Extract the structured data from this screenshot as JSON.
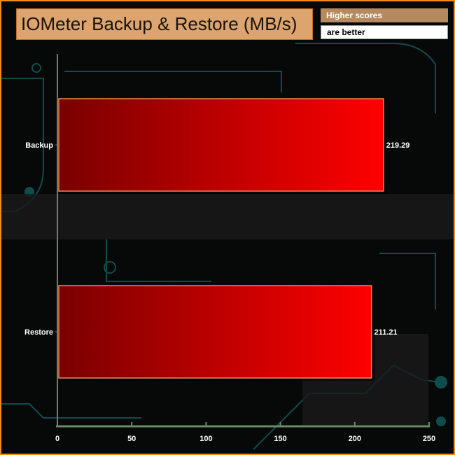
{
  "chart_data": {
    "type": "bar",
    "orientation": "horizontal",
    "title": "IOMeter Backup & Restore (MB/s)",
    "legend": [
      "Higher scores",
      "are better"
    ],
    "categories": [
      "Backup",
      "Restore"
    ],
    "values": [
      219.29,
      211.21
    ],
    "value_labels": [
      "219.29",
      "211.21"
    ],
    "xlim": [
      0,
      250
    ],
    "xticks": [
      0,
      50,
      100,
      150,
      200,
      250
    ],
    "xtick_labels": [
      "0",
      "50",
      "100",
      "150",
      "200",
      "250"
    ],
    "xlabel": "",
    "ylabel": "",
    "colors": {
      "bar_dark": "#7a0000",
      "bar_light": "#ff0000",
      "bar_border": "#f08a50",
      "accent": "#f08a1c"
    }
  }
}
